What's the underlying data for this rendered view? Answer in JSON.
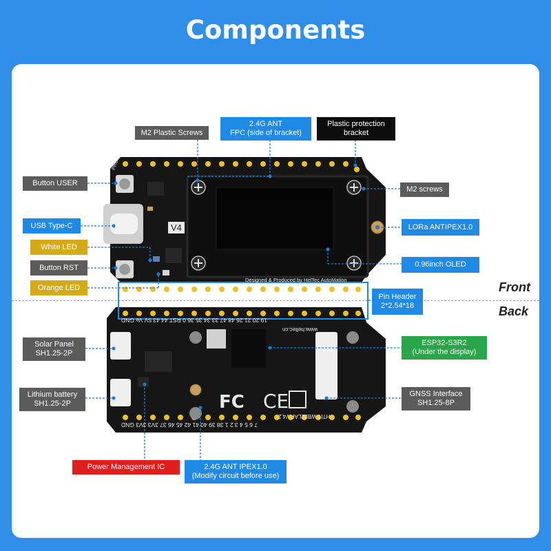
{
  "title": "Components",
  "labels": {
    "m2_plastic_screws": "M2 Plastic Screws",
    "ant_24g_fpc_l1": "2.4G ANT",
    "ant_24g_fpc_l2": "FPC (side of bracket)",
    "plastic_bracket_l1": "Plastic protection",
    "plastic_bracket_l2": "bracket",
    "button_user": "Button USER",
    "m2_screws": "M2 screws",
    "usb_type_c": "USB Type-C",
    "lora_antipex": "LORa ANTIPEX1.0",
    "white_led": "White LED",
    "button_rst": "Button RST",
    "oled": "0.96inch OLED",
    "orange_led": "Orange LED",
    "pin_header_l1": "Pin Header",
    "pin_header_l2": "2*2.54*18",
    "solar_l1": "Solar Panel",
    "solar_l2": "SH1.25-2P",
    "esp32_l1": "ESP32-S3R2",
    "esp32_l2": "(Under the display)",
    "lithium_l1": "Lithium battery",
    "lithium_l2": "SH1.25-2P",
    "gnss_l1": "GNSS Interface",
    "gnss_l2": "SH1.25-8P",
    "pmic": "Power Management IC",
    "ant_ipex_l1": "2.4G ANT IPEX1.0",
    "ant_ipex_l2": "(Modify circuit before use)"
  },
  "sides": {
    "front": "Front",
    "back": "Back"
  },
  "board": {
    "v4": "V4",
    "designed_by": "Designed & Produced by HelTec AutoMation",
    "model": "HTIT-WB32LAF V4.2",
    "site": "www.heltec.cn",
    "top_pins": "19 20 21 26 48 47 33 34 35 36 0 RST 44 43 5V Ve GND",
    "bottom_pins": "7 6 5 4 3 2 1 38 39 40 41 42 45 46 37 3V3 3V3 GND",
    "prg": "PRG",
    "rst": "RST"
  },
  "colors": {
    "background": "#2f8fe8",
    "gray": "#5b5b5b",
    "blue": "#1f8ae6",
    "yellow": "#d5aa18",
    "black": "#0d0d0d",
    "green": "#2aa64a",
    "red": "#e01e1e"
  }
}
